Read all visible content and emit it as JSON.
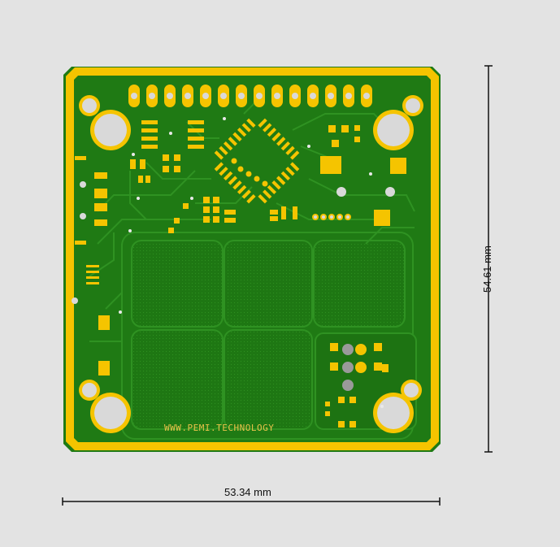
{
  "board": {
    "silkscreen_text": "WWW.PEMI.TECHNOLOGY",
    "colors": {
      "background": "#e3e3e3",
      "soldermask": "#1f7a14",
      "soldermask_dark": "#176410",
      "copper_trace": "#2f9222",
      "gold": "#f5c400",
      "hole": "#d9d9d9",
      "silk": "#e8c24a"
    }
  },
  "dimensions": {
    "width_label": "53.34 mm",
    "height_label": "54.61 mm"
  }
}
